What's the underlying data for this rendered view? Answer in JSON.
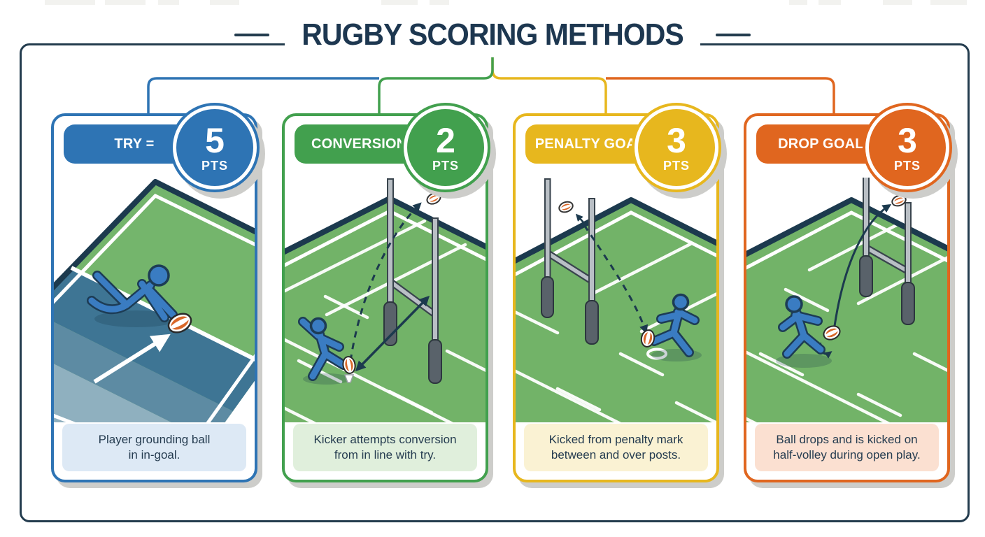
{
  "title": "RUGBY SCORING METHODS",
  "cards": [
    {
      "name": "try",
      "label": "TRY =",
      "points": "5",
      "pts_unit": "PTS",
      "accent": "#2e74b4",
      "caption_bg": "#dde9f5",
      "caption_line1": "Player grounding ball",
      "caption_line2": "in in-goal."
    },
    {
      "name": "conversion",
      "label": "CONVERSION =",
      "points": "2",
      "pts_unit": "PTS",
      "accent": "#42a04e",
      "caption_bg": "#e0efdc",
      "caption_line1": "Kicker attempts conversion",
      "caption_line2": "from in line with try."
    },
    {
      "name": "penalty-goal",
      "label": "PENALTY GOAL =",
      "points": "3",
      "pts_unit": "PTS",
      "accent": "#e7b71e",
      "caption_bg": "#faf2d3",
      "caption_line1": "Kicked from penalty mark",
      "caption_line2": "between and over posts."
    },
    {
      "name": "drop-goal",
      "label": "DROP GOAL =",
      "points": "3",
      "pts_unit": "PTS",
      "accent": "#e0661f",
      "caption_bg": "#fbe0d1",
      "caption_line1": "Ball drops and is kicked on",
      "caption_line2": "half-volley during open play."
    }
  ],
  "colors": {
    "frame": "#233c4e",
    "title_text": "#1d3750",
    "field_green": "#72b368",
    "ingoal_blue": "#3e7594",
    "player_blue": "#3a7cc2",
    "caption_text": "#253c50",
    "post_gray": "#b9bfc5",
    "ball_orange": "#d9682a"
  }
}
